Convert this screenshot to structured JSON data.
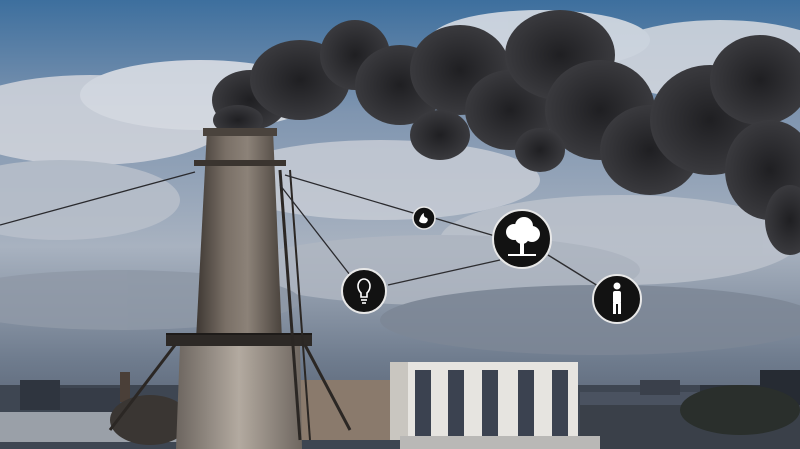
{
  "scene": {
    "subject": "industrial-smokestack",
    "icons": [
      {
        "name": "fire-icon",
        "glyph": "flame"
      },
      {
        "name": "tree-icon",
        "glyph": "tree"
      },
      {
        "name": "lightbulb-icon",
        "glyph": "bulb"
      },
      {
        "name": "person-icon",
        "glyph": "person"
      }
    ],
    "colors": {
      "sky_top": "#3d6f9e",
      "cloud": "#c9cdd6",
      "smoke": "#2b2b2e",
      "stack": "#6b635c",
      "icon_bg": "#121212",
      "icon_ring": "#e8e8e8"
    }
  }
}
